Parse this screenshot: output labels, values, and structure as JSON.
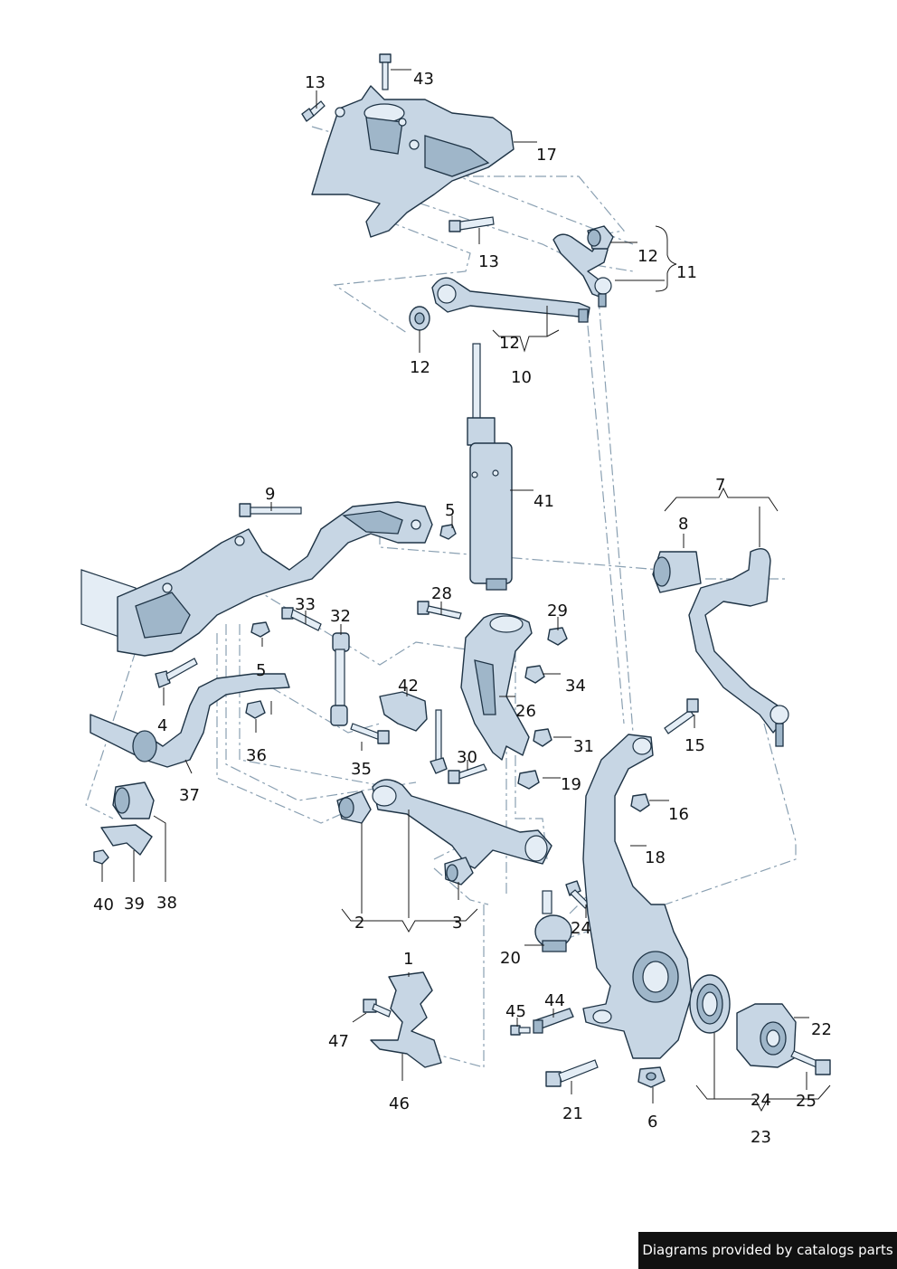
{
  "labels": {
    "l43": "43",
    "l13a": "13",
    "l17": "17",
    "l12a": "12",
    "l11": "11",
    "l13b": "13",
    "l12b": "12",
    "l12c": "12",
    "l10": "10",
    "l41": "41",
    "l7": "7",
    "l8": "8",
    "l9": "9",
    "l5a": "5",
    "l28": "28",
    "l33": "33",
    "l32": "32",
    "l29": "29",
    "l34": "34",
    "l5b": "5",
    "l4": "4",
    "l36": "36",
    "l42": "42",
    "l26": "26",
    "l31": "31",
    "l15": "15",
    "l37": "37",
    "l35": "35",
    "l30": "30",
    "l19": "19",
    "l16": "16",
    "l18": "18",
    "l40": "40",
    "l39": "39",
    "l38": "38",
    "l2": "2",
    "l3": "3",
    "l24a": "24",
    "l20": "20",
    "l1": "1",
    "l45": "45",
    "l44": "44",
    "l47": "47",
    "l46": "46",
    "l21": "21",
    "l6": "6",
    "l22": "22",
    "l24b": "24",
    "l25": "25",
    "l23": "23"
  },
  "credit": "Diagrams provided by catalogs parts"
}
